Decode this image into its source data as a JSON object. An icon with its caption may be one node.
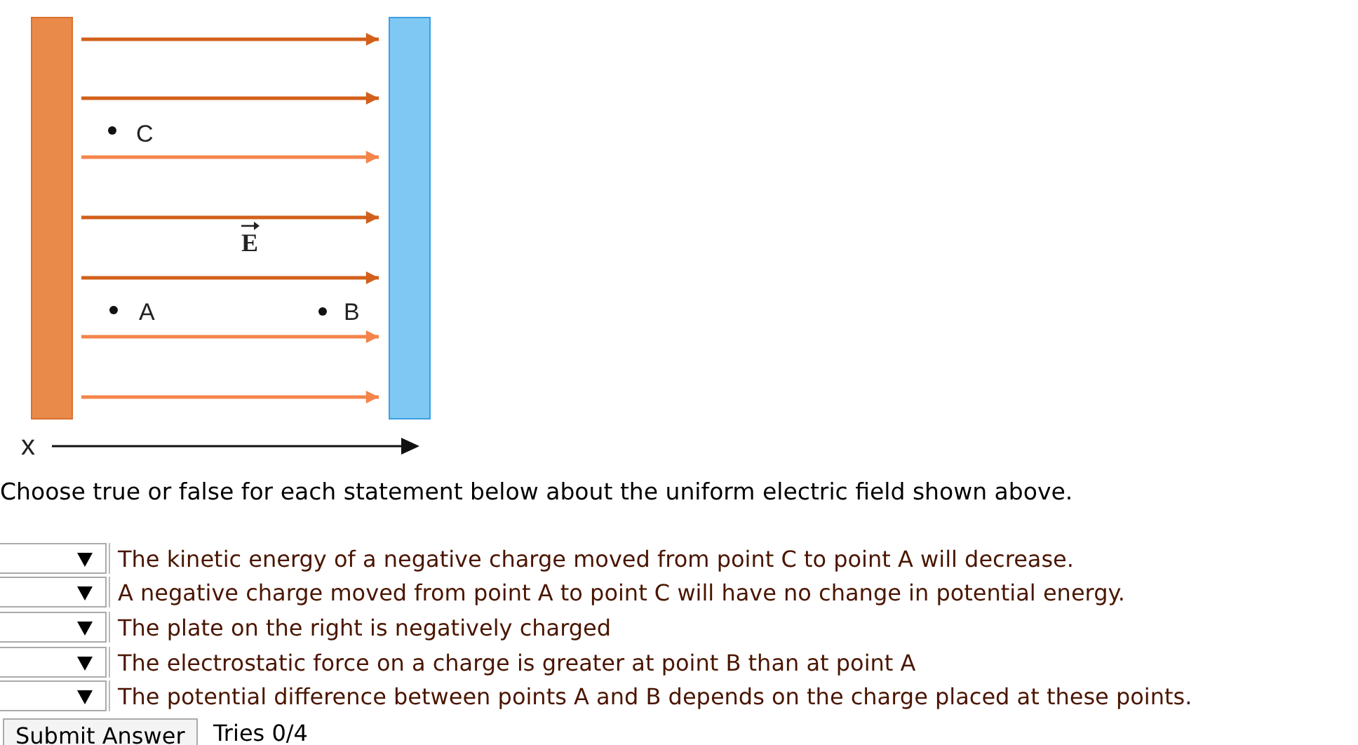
{
  "diagram": {
    "nodes": [
      {
        "text": [],
        "shape": "bar"
      },
      {
        "text": [],
        "shape": "bar"
      }
    ],
    "edges": [
      {
        "from": 0,
        "to": 1,
        "arrow": "to"
      },
      {
        "from": 0,
        "to": 1,
        "arrow": "to"
      },
      {
        "from": 0,
        "to": 1,
        "arrow": "to",
        "color": "#f4844a"
      },
      {
        "from": 0,
        "to": 1,
        "arrow": "to"
      },
      {
        "from": 0,
        "to": 1,
        "arrow": "to"
      },
      {
        "from": 0,
        "to": 1,
        "arrow": "to",
        "color": "#f4844a"
      },
      {
        "from": 0,
        "to": 1,
        "arrow": "to",
        "color": "#f4844a"
      }
    ],
    "labels": [
      "C",
      "E",
      "A",
      "B",
      "x",
      "Choose true or false for each statement below about the uniform electric field shown above.",
      "The kinetic energy of a negative charge moved from point C to point A will decrease.",
      "A negative charge moved from point A to point C will have no change in potential energy.",
      "The plate on the right is negatively charged",
      "The electrostatic force on a charge is greater at point B than at point A",
      "The potential difference between points A and B depends on the charge placed at these points.",
      "Submit Answer",
      "Tries 0/4"
    ]
  }
}
